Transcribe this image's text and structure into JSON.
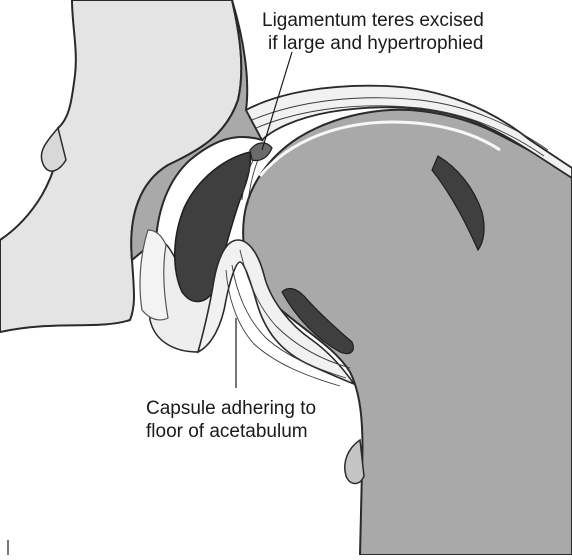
{
  "labels": {
    "ligamentum_line1": "Ligamentum teres excised",
    "ligamentum_line2": "if large and hypertrophied",
    "capsule_line1": "Capsule adhering to",
    "capsule_line2": "floor of acetabulum"
  },
  "colors": {
    "background": "#ffffff",
    "outline": "#2a2a2a",
    "bone_shaded": "#a9a9a9",
    "cavity_dark": "#3f3f3f",
    "pelvis_light": "#e2e2e2",
    "capsule": "#f1f1f1"
  }
}
